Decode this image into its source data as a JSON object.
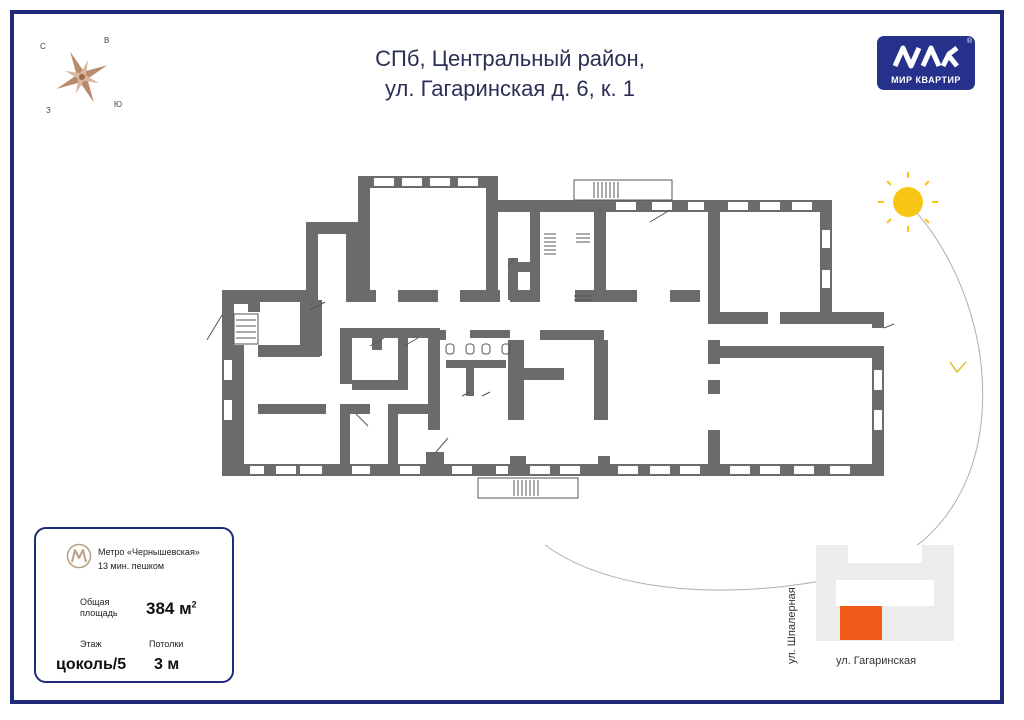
{
  "title": {
    "line1": "СПб, Центральный район,",
    "line2": "ул. Гагаринская д. 6, к. 1"
  },
  "logo": {
    "text": "МИР КВАРТИР",
    "registered": "®",
    "color": "#26318c"
  },
  "compass": {
    "north": "С",
    "east": "В",
    "west": "З",
    "south": "Ю"
  },
  "info": {
    "metro_name": "Метро «Чернышевская»",
    "metro_walk": "13 мин. пешком",
    "area_label": "Общая площадь",
    "area_value": "384 м",
    "area_unit_sup": "2",
    "floor_label": "Этаж",
    "floor_value": "цоколь/5",
    "ceiling_label": "Потолки",
    "ceiling_value": "3 м"
  },
  "location": {
    "street_vertical": "ул. Шпалерная",
    "street_horizontal": "ул. Гагаринская",
    "highlight_color": "#f25a1a"
  },
  "colors": {
    "frame": "#1f2a7a",
    "wall": "#6b6b6b",
    "sun": "#f9c514",
    "moon": "#f2c200"
  }
}
